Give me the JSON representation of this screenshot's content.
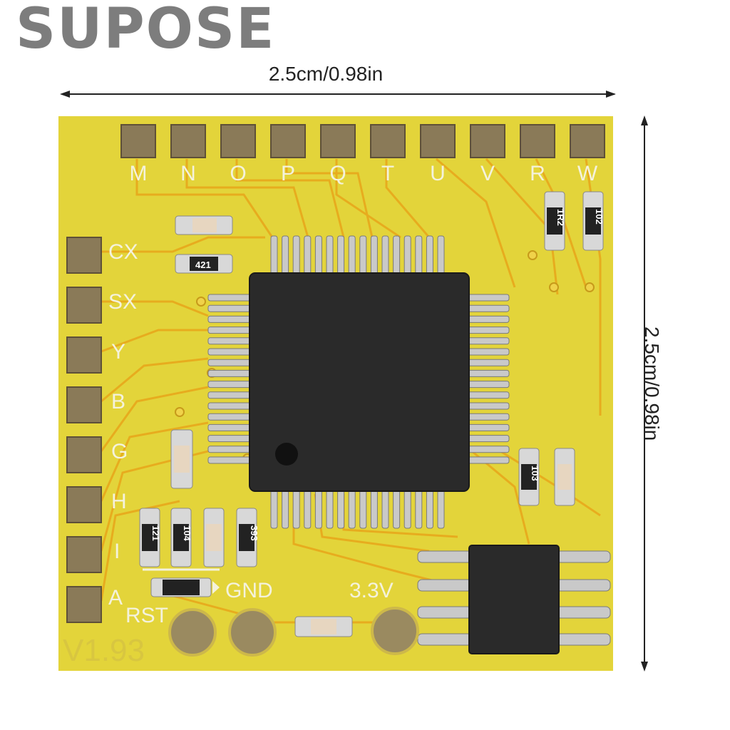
{
  "brand": "SUPOSE",
  "dimensions": {
    "width_label": "2.5cm/0.98in",
    "height_label": "2.5cm/0.98in"
  },
  "board": {
    "top_pads": [
      "M",
      "N",
      "O",
      "P",
      "Q",
      "T",
      "U",
      "V",
      "R",
      "W"
    ],
    "left_pads": [
      "CX",
      "SX",
      "Y",
      "B",
      "G",
      "H",
      "I",
      "A"
    ],
    "rst_label": "RST",
    "gnd_label": "GND",
    "v33_label": "3.3V",
    "version_label": "V1.93",
    "resistor_codes": [
      "421",
      "1R2",
      "102",
      "103",
      "121",
      "104",
      "393"
    ],
    "colors": {
      "pcb": "#e3d43a",
      "trace": "#e8a81c",
      "chip": "#2a2a2a",
      "pad": "#8a7a58",
      "silkscreen": "#f4f2dc"
    }
  }
}
